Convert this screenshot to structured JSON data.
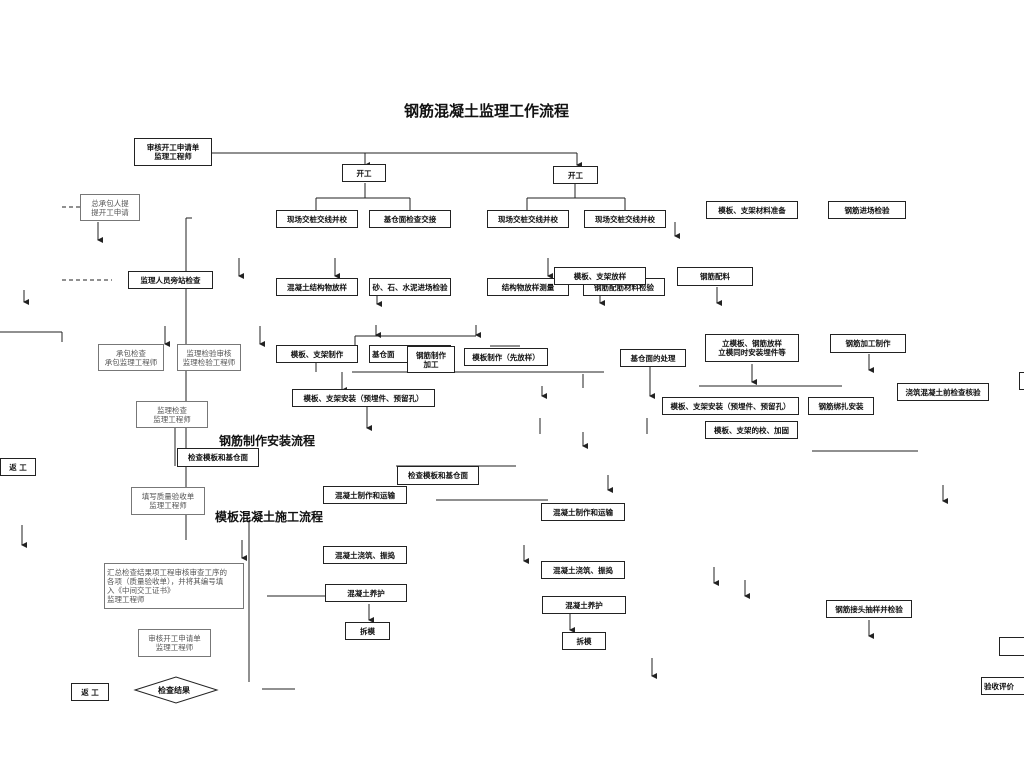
{
  "title": "钢筋混凝土监理工作流程",
  "section_labels": {
    "rebar_flow": "钢筋制作安装流程",
    "formwork_flow": "模板混凝土施工流程"
  },
  "nodes": {
    "review_report": "审核开工申请单\n监理工程师",
    "start_1": "开工",
    "start_2": "开工",
    "apply_entry": "总承包人提\n提开工申请",
    "inspector_check": "监理人员旁站检查",
    "deliver_a": "现场交桩交线并校",
    "base_check": "基仓面检查交接",
    "deliver_b": "现场交桩交线并校",
    "deliver_c": "现场交桩交线并校",
    "formwork_prep": "模板、支架材料准备",
    "rebar_in": "钢筋进场检验",
    "concrete_mat": "混凝土结构物放样",
    "sand_stone": "砂、石、水泥进场检验",
    "struct_layout": "结构物放样测量",
    "formwork_layout": "模板、支架放样",
    "rebar_mat_check": "钢筋配筋材料检验",
    "rebar_batch": "钢筋配料",
    "left_a": "承包检查\n承包监理工程师",
    "left_b": "监理检验审核\n监理检验工程师",
    "formwork_make": "模板、支架制作",
    "base_face": "基仓面",
    "rebar_make": "钢筋制作\n加工",
    "formwork_pre": "模板制作（先放样）",
    "base_treat": "基仓面的处理",
    "stand_mold": "立模板、钢筋放样\n立模同时安装埋件等",
    "rebar_process": "钢筋加工制作",
    "formwork_install": "模板、支架安装（预埋件、预留孔）",
    "left_c": "监理检查\n监理工程师",
    "formwork_install_2": "模板、支架安装（预埋件、预留孔）",
    "rebar_bind": "钢筋绑扎安装",
    "concrete_pour_check": "浇筑混凝土前检查核验",
    "formwork_fix": "模板、支架的校、加固",
    "check_base": "检查模板和基仓面",
    "check_base_2": "检查模板和基仓面",
    "left_d": "填写质量验收单\n监理工程师",
    "transport_1": "混凝土制作和运输",
    "transport_2": "混凝土制作和运输",
    "pour_1": "混凝土浇筑、振捣",
    "pour_2": "混凝土浇筑、振捣",
    "summary": "汇总检查结果项工程审核审查工序的\n各项（质量验收单），并将其编号填\n入《中间交工证书》\n监理工程师",
    "cure_1": "混凝土养护",
    "cure_2": "混凝土养护",
    "rebar_joint": "钢筋接头抽样并检验",
    "strip_1": "拆模",
    "strip_2": "拆模",
    "left_e": "审核开工申请单\n监理工程师",
    "return_1": "返 工",
    "return_2": "返 工",
    "diamond": "检查结果",
    "right_cut": "验收评价"
  }
}
